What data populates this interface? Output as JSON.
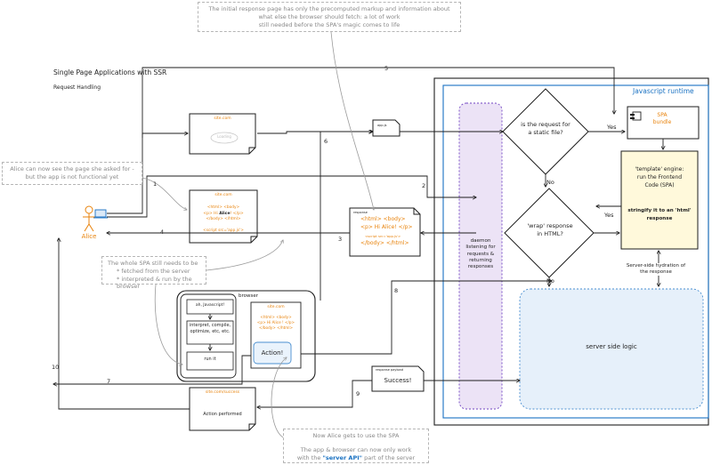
{
  "header": {
    "title": "Single Page Applications with SSR",
    "subtitle": "Request Handling"
  },
  "notes": {
    "top_lines": [
      "The initial response page has only the precomputed markup and information about",
      "what else the browser should fetch: a lot of work",
      "still needed before the SPA's magic comes to life"
    ],
    "alice_lines": [
      "Alice can now see the page she asked for -",
      "but the app is not functional yet"
    ],
    "spa_lines": [
      "The whole SPA still needs to be",
      "* fetched from the server",
      "* interpreted & run by the browser"
    ],
    "bottom_lines": [
      "Now Alice gets to use the SPA",
      "",
      "The app & browser can now only work",
      "with the \"server API\" part of the server"
    ],
    "bottom_highlight": "\"server API\""
  },
  "actor": {
    "name": "Alice"
  },
  "pages": {
    "loading": {
      "url": "site.com",
      "label": "Loading"
    },
    "rendered": {
      "url": "site.com",
      "html_open": "<html> <body>",
      "greeting_pre": "<p> Hi ",
      "greeting_name": "Alice",
      "greeting_post": "! </p>",
      "html_close": "</body> </html>",
      "script_tag": "<script src='app.js'>"
    },
    "success": {
      "url": "site.com/success",
      "label": "Action performed"
    }
  },
  "response_doc": {
    "caption": "response",
    "line1": "<html> <body>",
    "line2": "<p> Hi Alice! </p>",
    "line3": "<script src='app.js'>",
    "line4": "</body> </html>"
  },
  "static_doc": {
    "caption": "app.js"
  },
  "payload": {
    "caption": "response payload",
    "label": "Success!"
  },
  "browser": {
    "title": "browser",
    "steps": [
      "ah, Javascript!",
      "interpret, compile, optimize, etc, etc.",
      "run it"
    ],
    "page_url": "site.com",
    "page_html_open": "<html> <body>",
    "page_greeting": "<p> Hi Alice ! </p>",
    "page_html_close": "</body> </html>",
    "action_label": "Action!"
  },
  "server": {
    "runtime_label": "Javascript runtime",
    "daemon_label": "daemon listening for requests & returning responses",
    "decision_static": "is the request for a static file?",
    "decision_wrap": "'wrap' response in HTML?",
    "bundle_label": "SPA bundle",
    "template_line1": "'template' engine:",
    "template_line2": "run the Frontend",
    "template_line3": "Code (SPA)",
    "template_line4": "stringify it to an 'html'",
    "template_line5": "response",
    "hydration_label": "Server-side hydration of the response",
    "logic_label": "server side logic"
  },
  "labels": {
    "yes": "Yes",
    "no": "No",
    "step_numbers": [
      "1",
      "2",
      "3",
      "4",
      "5",
      "6",
      "7",
      "8",
      "9",
      "10"
    ]
  },
  "colors": {
    "ink": "#1e1e1e",
    "accent_orange": "#e8830c",
    "accent_blue": "#1971c2",
    "daemon_fill": "#ece3f6",
    "logic_fill": "#e6f0fa",
    "template_fill": "#fff9db",
    "note_gray": "#8a8a8a"
  }
}
